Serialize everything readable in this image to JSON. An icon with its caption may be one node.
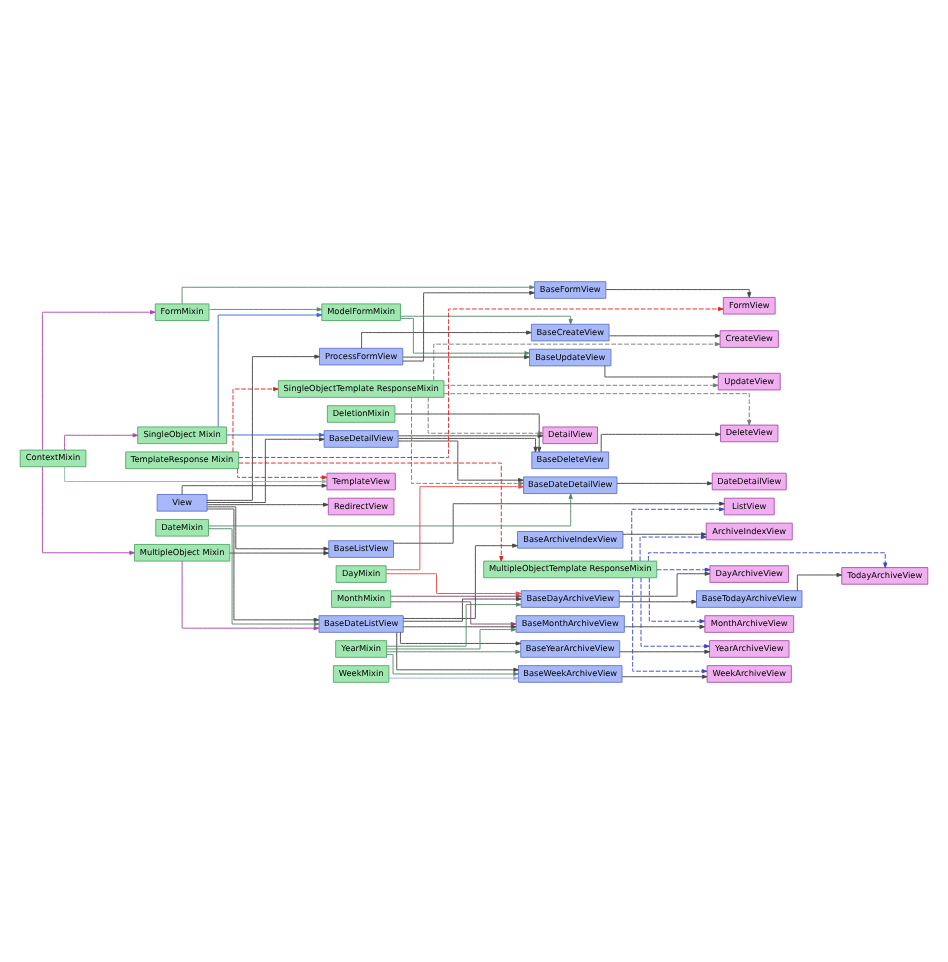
{
  "diagram": {
    "nodes": [
      {
        "text": [
          "View"
        ]
      },
      {
        "text": [
          "RedirectView"
        ]
      },
      {
        "text": [
          "ContextMixin"
        ]
      },
      {
        "text": [
          "TemplateView"
        ]
      },
      {
        "text": [
          "FormMixin"
        ]
      },
      {
        "text": [
          "BaseFormView"
        ]
      },
      {
        "text": [
          "FormView"
        ]
      },
      {
        "text": [
          "ProcessFormView"
        ]
      },
      {
        "text": [
          "BaseUpdateView"
        ]
      },
      {
        "text": [
          "UpdateView"
        ]
      },
      {
        "text": [
          "BaseCreateView"
        ]
      },
      {
        "text": [
          "CreateView"
        ]
      },
      {
        "text": [
          "ModelFormMixin"
        ]
      },
      {
        "text": [
          "DeletionMixin"
        ]
      },
      {
        "text": [
          "BaseDeleteView"
        ]
      },
      {
        "text": [
          "DeleteView"
        ]
      },
      {
        "text": [
          "BaseDetailView"
        ]
      },
      {
        "text": [
          "DetailView"
        ]
      },
      {
        "text": [
          "SingleObject Mixin"
        ]
      },
      {
        "text": [
          "SingleObjectTemplate ResponseMixin"
        ]
      },
      {
        "text": [
          "BaseDateDetailView"
        ]
      },
      {
        "text": [
          "DateDetailView"
        ]
      },
      {
        "text": [
          "MultipleObject Mixin"
        ]
      },
      {
        "text": [
          "TemplateResponse Mixin"
        ]
      },
      {
        "text": [
          "BaseListView"
        ]
      },
      {
        "text": [
          "ListView"
        ]
      },
      {
        "text": [
          "DateMixin"
        ]
      },
      {
        "text": [
          "BaseArchiveIndexView"
        ]
      },
      {
        "text": [
          "ArchiveIndexView"
        ]
      },
      {
        "text": [
          "BaseDateListView"
        ]
      },
      {
        "text": [
          "YearMixin"
        ]
      },
      {
        "text": [
          "BaseYearArchiveView"
        ]
      },
      {
        "text": [
          "YearArchiveView"
        ]
      },
      {
        "text": [
          "BaseMonthArchiveView"
        ]
      },
      {
        "text": [
          "MonthArchiveView"
        ]
      },
      {
        "text": [
          "MonthMixin"
        ]
      },
      {
        "text": [
          "BaseWeekArchiveView"
        ]
      },
      {
        "text": [
          "WeekArchiveView"
        ]
      },
      {
        "text": [
          "WeekMixin"
        ]
      },
      {
        "text": [
          "BaseDayArchiveView"
        ]
      },
      {
        "text": [
          "DayArchiveView"
        ]
      },
      {
        "text": [
          "DayMixin"
        ]
      },
      {
        "text": [
          "BaseTodayArchiveView"
        ]
      },
      {
        "text": [
          "TodayArchiveView"
        ]
      },
      {
        "text": [
          "MultipleObjectTemplate ResponseMixin"
        ]
      }
    ],
    "edges": [
      {
        "from": 0,
        "to": 1,
        "arrow": "to"
      },
      {
        "from": 0,
        "to": 3,
        "arrow": "to"
      },
      {
        "from": 0,
        "to": 7,
        "arrow": "to"
      },
      {
        "from": 0,
        "to": 16,
        "arrow": "to"
      },
      {
        "from": 0,
        "to": 24,
        "arrow": "to"
      },
      {
        "from": 0,
        "to": 29,
        "arrow": "to"
      },
      {
        "from": 2,
        "to": 3,
        "arrow": "to",
        "color": "#88bb99"
      },
      {
        "from": 2,
        "to": 4,
        "arrow": "to",
        "color": "#aa44aa"
      },
      {
        "from": 2,
        "to": 18,
        "arrow": "to",
        "color": "#aa44aa"
      },
      {
        "from": 2,
        "to": 22,
        "arrow": "to",
        "color": "#aa44aa"
      },
      {
        "from": 4,
        "to": 5,
        "arrow": "to",
        "color": "#558866"
      },
      {
        "from": 4,
        "to": 12,
        "arrow": "to",
        "color": "#558866"
      },
      {
        "from": 7,
        "to": 5,
        "arrow": "to"
      },
      {
        "from": 7,
        "to": 8,
        "arrow": "to"
      },
      {
        "from": 7,
        "to": 10,
        "arrow": "to"
      },
      {
        "from": 12,
        "to": 8,
        "arrow": "to",
        "color": "#558866"
      },
      {
        "from": 12,
        "to": 10,
        "arrow": "to",
        "color": "#558866"
      },
      {
        "from": 18,
        "to": 12,
        "arrow": "to",
        "color": "#3366cc"
      },
      {
        "from": 18,
        "to": 16,
        "arrow": "to",
        "color": "#3366cc"
      },
      {
        "from": 13,
        "to": 14,
        "arrow": "to"
      },
      {
        "from": 16,
        "to": 14,
        "arrow": "to"
      },
      {
        "from": 16,
        "to": 17,
        "arrow": "to"
      },
      {
        "from": 16,
        "to": 20,
        "arrow": "to"
      },
      {
        "from": 5,
        "to": 6,
        "arrow": "to"
      },
      {
        "from": 8,
        "to": 9,
        "arrow": "to"
      },
      {
        "from": 10,
        "to": 11,
        "arrow": "to"
      },
      {
        "from": 14,
        "to": 15,
        "arrow": "to"
      },
      {
        "from": 20,
        "to": 21,
        "arrow": "to"
      },
      {
        "from": 24,
        "to": 25,
        "arrow": "to"
      },
      {
        "from": 22,
        "to": 24,
        "arrow": "to"
      },
      {
        "from": 22,
        "to": 29,
        "arrow": "to",
        "color": "#aa44aa"
      },
      {
        "from": 26,
        "to": 29,
        "arrow": "to",
        "color": "#558866"
      },
      {
        "from": 26,
        "to": 20,
        "arrow": "to",
        "color": "#558866"
      },
      {
        "from": 41,
        "to": 20,
        "arrow": "to",
        "color": "#ee4444"
      },
      {
        "from": 29,
        "to": 27,
        "arrow": "to"
      },
      {
        "from": 29,
        "to": 31,
        "arrow": "to"
      },
      {
        "from": 29,
        "to": 33,
        "arrow": "to"
      },
      {
        "from": 29,
        "to": 36,
        "arrow": "to"
      },
      {
        "from": 29,
        "to": 39,
        "arrow": "to"
      },
      {
        "from": 30,
        "to": 31,
        "arrow": "to",
        "color": "#558866"
      },
      {
        "from": 30,
        "to": 33,
        "arrow": "to",
        "color": "#558866"
      },
      {
        "from": 30,
        "to": 36,
        "arrow": "to",
        "color": "#558866"
      },
      {
        "from": 30,
        "to": 39,
        "arrow": "to",
        "color": "#558866"
      },
      {
        "from": 35,
        "to": 33,
        "arrow": "to",
        "color": "#884466"
      },
      {
        "from": 35,
        "to": 39,
        "arrow": "to",
        "color": "#884466"
      },
      {
        "from": 38,
        "to": 36,
        "arrow": "to",
        "color": "#99aaee"
      },
      {
        "from": 41,
        "to": 39,
        "arrow": "to",
        "color": "#ee4444"
      },
      {
        "from": 39,
        "to": 42,
        "arrow": "to"
      },
      {
        "from": 27,
        "to": 28,
        "arrow": "to"
      },
      {
        "from": 31,
        "to": 32,
        "arrow": "to"
      },
      {
        "from": 33,
        "to": 34,
        "arrow": "to"
      },
      {
        "from": 36,
        "to": 37,
        "arrow": "to"
      },
      {
        "from": 39,
        "to": 40,
        "arrow": "to"
      },
      {
        "from": 42,
        "to": 43,
        "arrow": "to"
      },
      {
        "from": 23,
        "to": 3,
        "arrow": "to",
        "style": "dashed",
        "color": "#dd2222"
      },
      {
        "from": 23,
        "to": 6,
        "arrow": "to",
        "style": "dashed",
        "color": "#dd2222"
      },
      {
        "from": 23,
        "to": 19,
        "arrow": "to",
        "style": "dashed",
        "color": "#dd2222"
      },
      {
        "from": 23,
        "to": 44,
        "arrow": "to",
        "style": "dashed",
        "color": "#dd2222"
      },
      {
        "from": 19,
        "to": 9,
        "arrow": "to",
        "style": "dashed",
        "color": "#777777"
      },
      {
        "from": 19,
        "to": 11,
        "arrow": "to",
        "style": "dashed",
        "color": "#777777"
      },
      {
        "from": 19,
        "to": 15,
        "arrow": "to",
        "style": "dashed",
        "color": "#777777"
      },
      {
        "from": 19,
        "to": 17,
        "arrow": "to",
        "style": "dashed",
        "color": "#777777"
      },
      {
        "from": 19,
        "to": 20,
        "arrow": "to",
        "style": "dashed",
        "color": "#777777"
      },
      {
        "from": 44,
        "to": 25,
        "arrow": "to",
        "style": "dashed",
        "color": "#3344cc"
      },
      {
        "from": 44,
        "to": 28,
        "arrow": "to",
        "style": "dashed",
        "color": "#3344cc"
      },
      {
        "from": 44,
        "to": 32,
        "arrow": "to",
        "style": "dashed",
        "color": "#3344cc"
      },
      {
        "from": 44,
        "to": 34,
        "arrow": "to",
        "style": "dashed",
        "color": "#3344cc"
      },
      {
        "from": 44,
        "to": 37,
        "arrow": "to",
        "style": "dashed",
        "color": "#3344cc"
      },
      {
        "from": 44,
        "to": 40,
        "arrow": "to",
        "style": "dashed",
        "color": "#3344cc"
      },
      {
        "from": 44,
        "to": 43,
        "arrow": "to",
        "style": "dashed",
        "color": "#3344cc"
      }
    ]
  }
}
